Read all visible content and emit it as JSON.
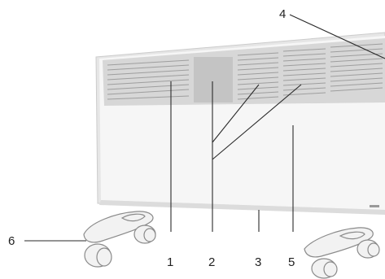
{
  "diagram": {
    "callouts": [
      {
        "id": "1",
        "text": "1"
      },
      {
        "id": "2",
        "text": "2"
      },
      {
        "id": "3",
        "text": "3"
      },
      {
        "id": "4",
        "text": "4"
      },
      {
        "id": "5",
        "text": "5"
      },
      {
        "id": "6",
        "text": "6"
      }
    ]
  },
  "colors": {
    "panel_face": "#f5f5f5",
    "panel_edge": "#c9c9c9",
    "grille": "#bdbdbd",
    "line": "#2a2a2a"
  }
}
